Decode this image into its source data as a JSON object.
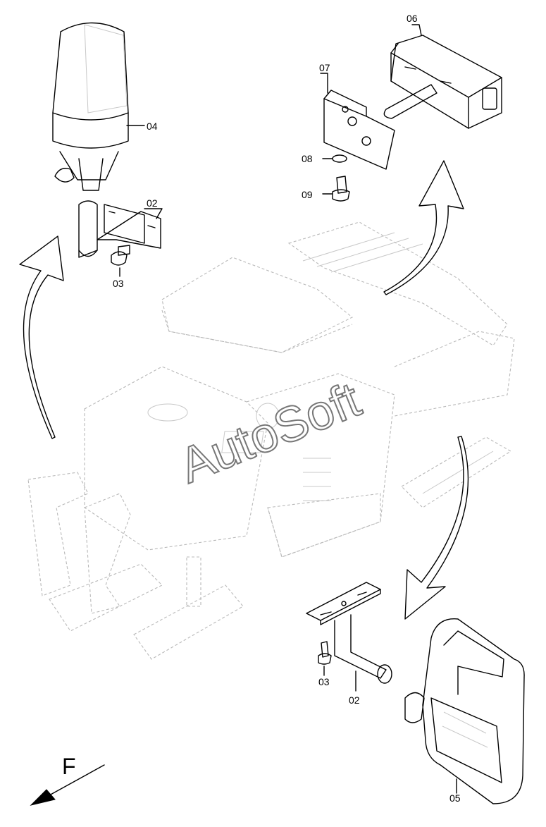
{
  "parts": {
    "p02_top": "02",
    "p03_top": "03",
    "p04": "04",
    "p05": "05",
    "p06": "06",
    "p07": "07",
    "p08": "08",
    "p09": "09",
    "p02_bottom": "02",
    "p03_bottom": "03"
  },
  "direction": "F",
  "watermark": "AutoSoft"
}
